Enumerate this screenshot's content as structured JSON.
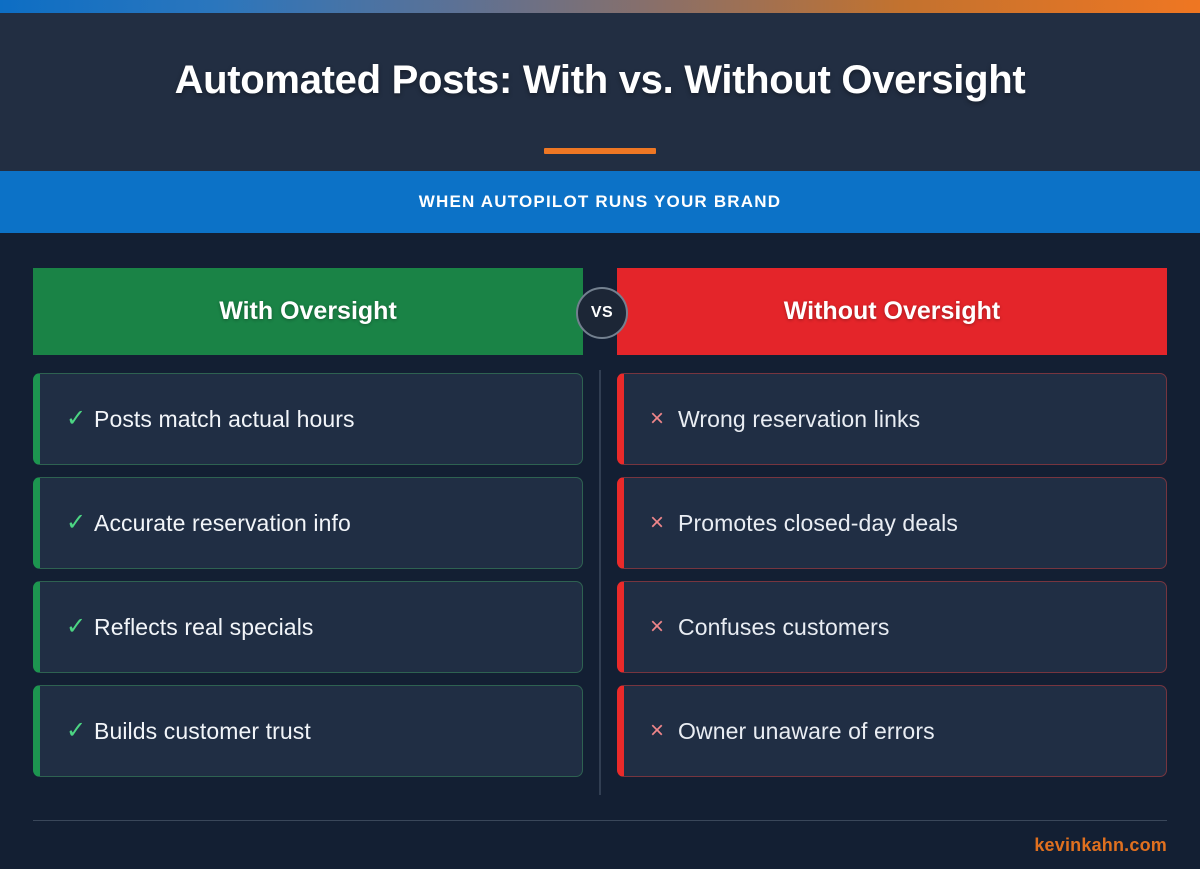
{
  "header": {
    "title": "Automated Posts: With vs. Without Oversight",
    "subtitle": "WHEN AUTOPILOT RUNS YOUR BRAND",
    "accent_color": "#ee7724",
    "band_color": "#0c72c7",
    "background_color": "#222e42"
  },
  "comparison": {
    "vs_badge": "VS",
    "left": {
      "heading": "With Oversight",
      "color": "#1a8346",
      "icon": "check-icon",
      "icon_glyph": "✓",
      "items": [
        {
          "label": "Posts match actual hours"
        },
        {
          "label": "Accurate reservation info"
        },
        {
          "label": "Reflects real specials"
        },
        {
          "label": "Builds customer trust"
        }
      ]
    },
    "right": {
      "heading": "Without Oversight",
      "color": "#e4252a",
      "icon": "cross-icon",
      "icon_glyph": "×",
      "items": [
        {
          "label": "Wrong reservation links"
        },
        {
          "label": "Promotes closed-day deals"
        },
        {
          "label": "Confuses customers"
        },
        {
          "label": "Owner unaware of errors"
        }
      ]
    }
  },
  "footer": {
    "brand": "kevinkahn.com",
    "brand_color": "#e0701f"
  }
}
